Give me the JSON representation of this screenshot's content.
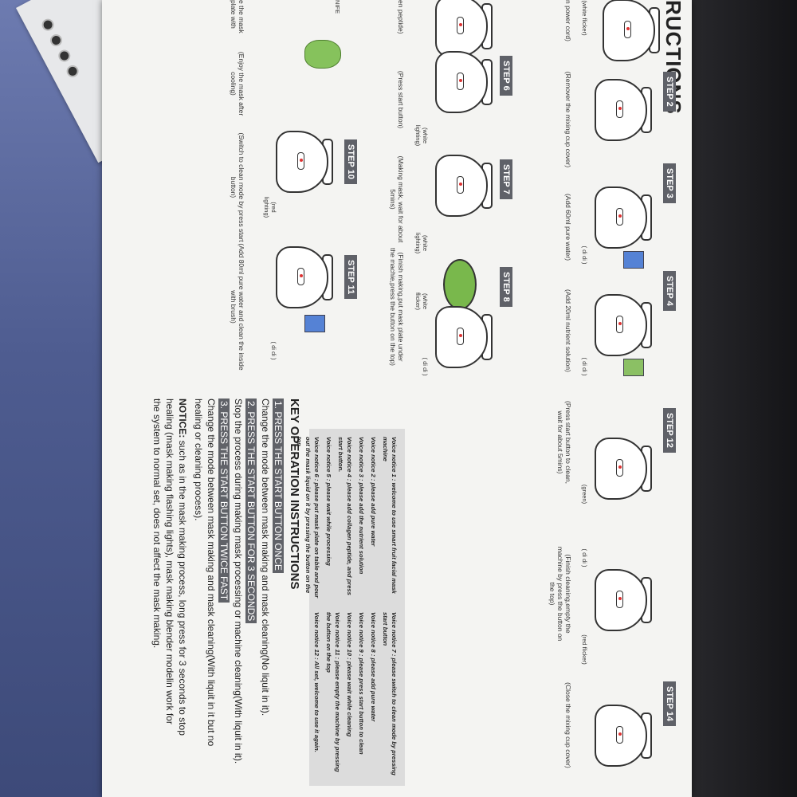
{
  "manual": {
    "title": "RUCTIONS",
    "steps": {
      "step2": "STEP 2",
      "step3": "STEP 3",
      "step4": "STEP 4",
      "step6": "STEP 6",
      "step7": "STEP 7",
      "step8": "STEP 8",
      "step10": "STEP 10",
      "step11": "STEP 11",
      "step12": "STEP 12",
      "step14": "STEP 14"
    },
    "top_captions": {
      "c1": "n power cord)",
      "c2": "(Remover the mixing cup cover)",
      "c3": "(Add 60ml pure water)",
      "c4": "(Add 20ml nutrient solution)",
      "c5": "(Press start button to clean, wait for about 5mins)",
      "c6": "(Finish cleaning,empty the machine by press the button on the top)",
      "c7": "(Close the mixing cup cover)"
    },
    "mid_captions": {
      "c1": "en peptide)",
      "c2": "(Press start button)",
      "c3": "(Making mask, wait for about 5mins)",
      "c4": "(Finish making,put mask plate under the machie,press the button on the top)"
    },
    "bottom_captions": {
      "c1": "(Enjoy the mask after cooling)",
      "c2": "(Switch to clean mode by press start button)",
      "c3": "(Add 80ml pure water and clean the inside with brush)"
    },
    "small_labels": {
      "white_flicker": "(white flicker)",
      "white_lighting": "(white lighting)",
      "red_lighting": "(red lighting)",
      "red_flicker": "(red flicker)",
      "di_di": "( di di )",
      "green": "(green)",
      "knife": "NIFE",
      "mask_note": "e the mask plate with"
    },
    "voice_notices": {
      "left": [
        "Voice notice 1 : welcome to use smart fruit facial mask machine",
        "Voice notice 2 : please add pure water",
        "Voice notice 3 : please add the nutrient solution",
        "Voice notice 4 : please add collagen peptide, and press start button.",
        "Voice notice 5 : please wait while processing",
        "Voice notice 6 : please put mask plate on table and pour out the mask liquid on it by pressing the button on the top"
      ],
      "right": [
        "Voice notice 7 : please switch to clean mode by pressing start button",
        "Voice notice 8 : please add pure water",
        "Voice notice 9 : please press start button to clean",
        "Voice notice 10 : please wait while cleaning",
        "Voice notice 11 : please empty the machine by pressing the button on the top",
        "Voice notice 12 : All set, welcome to use it again."
      ]
    },
    "key_ops": {
      "title": "KEY OPERATION INSTRUCTIONS",
      "h1": "1. PRESS THE START BUTTON ONCE",
      "t1": "Change the mode between mask making and mask cleaning(No liquit in it).",
      "h2": "2. PRESS THE START BUTTON FOR 3 SECONDS",
      "t2": "Stop the process during making mask processing or machine cleaning(With liquit in it).",
      "h3": "3. PRESS THE START BUTTON TWICE FAST",
      "t3a": "Change the mode between mask making and mask cleaning(With liquit in it but no",
      "t3b": "healing or cleaning process).",
      "n1_label": "NOTICE:",
      "n1": " such as in the mask making process, long press for 3 seconds to stop",
      "n2": "healing (mask making flashing lights), mask making blender modelin work for",
      "n3": "the system to normal set, does not affect the mask making."
    }
  }
}
